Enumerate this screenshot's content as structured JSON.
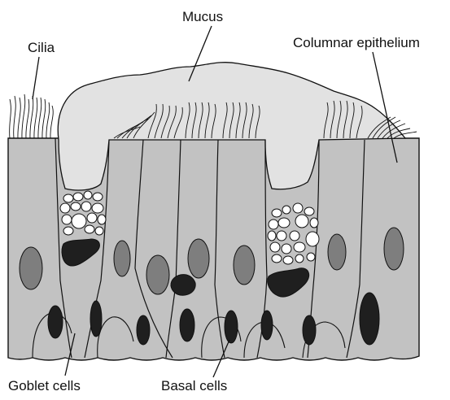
{
  "diagram": {
    "labels": {
      "mucus": "Mucus",
      "cilia": "Cilia",
      "columnar": "Columnar epithelium",
      "goblet": "Goblet cells",
      "basal": "Basal cells"
    },
    "colors": {
      "cell_fill": "#c2c2c2",
      "mucus_fill": "#e2e2e2",
      "vesicle_fill": "#ffffff",
      "nucleus_columnar": "#7e7e7e",
      "nucleus_dark": "#1f1f1f",
      "outline": "#111111"
    }
  }
}
